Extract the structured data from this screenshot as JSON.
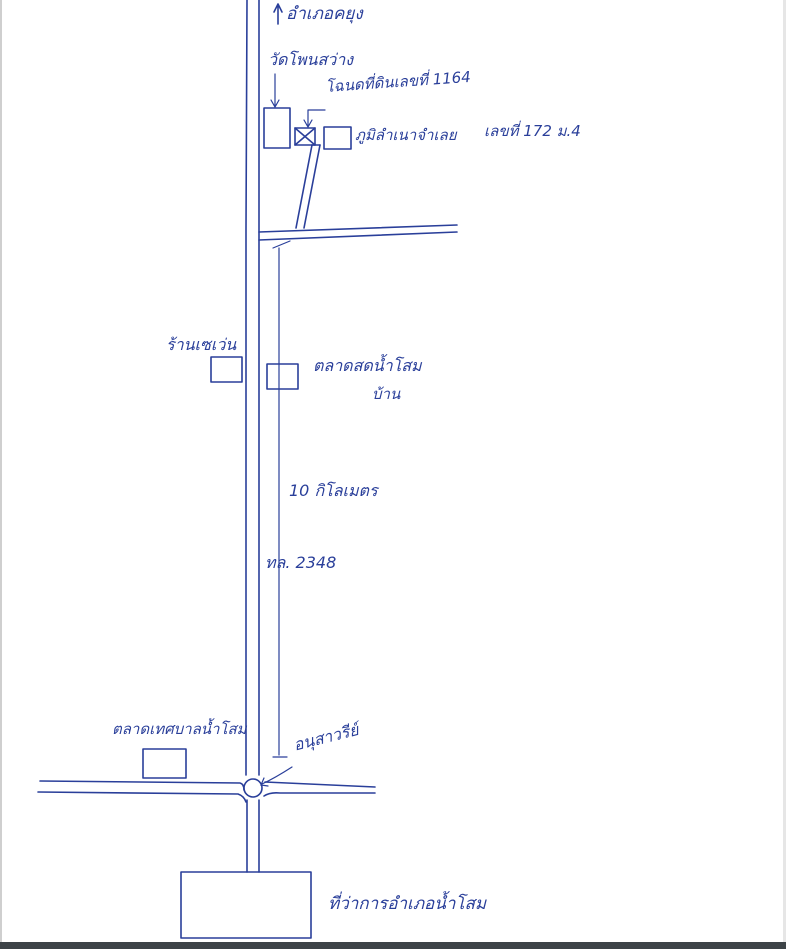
{
  "labels": {
    "north_direction": "อำเภอคยุง",
    "temple": "วัดโพนสว่าง",
    "land_title": "โฉนดที่ดินเลขที่ 1164",
    "subject_house": "ภูมิลำเนาจำเลย",
    "house_number": "เลขที่ 172 ม.4",
    "roadside_shop": "ร้านเซเว่น",
    "municipal_market": "ตลาดสดน้ำโสม",
    "market_suffix": "บ้าน",
    "distance": "10 กิโลเมตร",
    "highway": "ทล. 2348",
    "lower_market": "ตลาดเทศบาลน้ำโสม",
    "monument": "อนุสาวรีย์",
    "district_office": "ที่ว่าการอำเภอน้ำโสม"
  },
  "colors": {
    "ink": "#2a3f9a",
    "paper": "#ffffff",
    "footer_bar": "#3d4347"
  }
}
